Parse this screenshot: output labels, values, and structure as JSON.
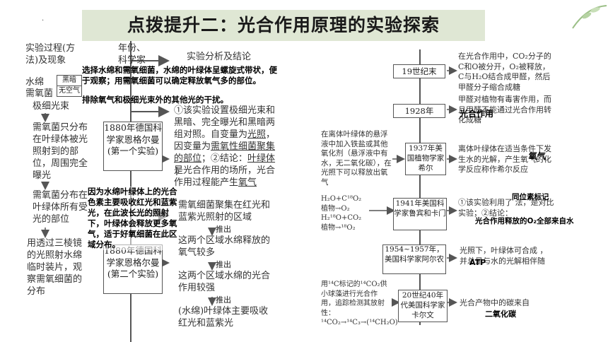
{
  "header": {
    "title": "点拨提升二：光合作用原理的实验探索",
    "title_bg": "#dfe7d4",
    "dot": "·"
  },
  "left": {
    "col1_header": "实验过程(方法)及现象",
    "col2_header": "年份、科学家",
    "col3_header": "实验分析及结论",
    "water_silk": "水绵",
    "anaerobe": "需氧菌",
    "dark": "黑暗",
    "no_air": "无空气",
    "fine_beam": "极细光束",
    "distribution1": "需氧菌只分布在叶绿体被光照射到的部位，周围完全曝光",
    "distribution2": "需氧菌分布在叶绿体所有受光的部位",
    "prism": "用透过三棱镜的光照射水绵临时装片，观察需氧细菌的分布",
    "box1": "1880年德国科学家恩格尔曼(第一个实验)",
    "box2": "1880年德国科学家恩格尔曼(第二个实验)",
    "analysis1_a": "①该实验设置极细光束和黑暗、完全曝光和黑暗两组对照。自变量为",
    "analysis1_light": "光照",
    "analysis1_b": "，因变量为",
    "analysis1_gather": "需氧性细菌聚集的部位",
    "analysis1_c": "；②结论：",
    "analysis1_chloro": "叶绿体",
    "analysis1_d": "是光合作用的场所，光合作用过程能产生",
    "analysis1_o2": "氧气",
    "gather_red_blue": "需氧细菌聚集在红光和蓝紫光照射的区域",
    "infer": "推出",
    "more_oxygen": "这两个区域水绵释放的氧气较多",
    "strong_photo": "这两个区域水绵的光合作用较强",
    "conclusion": "(水绵)叶绿体主要吸收红光和蓝紫光",
    "overlay1": "选择水绵和需氧细菌，水绵的叶绿体呈螺旋式带状，便于观察；用需氧细菌可以确定释放氧气多的部位。",
    "overlay2": "排除氧气和极细光束外的其他光的干扰。",
    "overlay3": "因为水绵叶绿体上的光合色素主要吸收红光和蓝紫光，在此波长光的照射下，叶绿体会释放更多氧气，适于好氧细菌在此区域分布。"
  },
  "right": {
    "c19": "19世纪末",
    "c19_text": "在光合作用中，CO₂分子的C和O被分开，O₂被释放，C与H₂O结合成甲醛，然后甲醛分子缩合成糖",
    "y1928": "1928年",
    "y1928_text": "甲醛对植物有毒害作用，而且甲醛不能通过光合作用转化成糖",
    "overlay_photo": "光合作用",
    "y1937": "1937年美国植物学家希尔",
    "y1937_left": "在离体叶绿体的悬浮液中加入铁盐或其他氧化剂（悬浮液中有水，无二氧化碳），在光照下可以释放出氧气",
    "y1937_right": "离体叶绿体在适当条件下发生水的光解，产生氧气的化学反应称作希尔反应",
    "overlay_o2": "氧气",
    "y1941": "1941年美国科学家鲁宾和卡门",
    "y1941_right_a": "①该实验利用了",
    "overlay_isotope": "同位素标记",
    "y1941_right_b": "法，是对比实验；②结论：",
    "overlay_o2_from_water": "光合作用释放的O₂全部来自水",
    "y1954": "1954~1957年，美国科学家阿尔农",
    "y1954_text_a": "光照下，叶绿体可合成",
    "overlay_atp": "ATP",
    "y1954_text_b": "，并总是与水的光解相伴随",
    "y1940s": "20世纪40年代美国科学家卡尔文",
    "y1940s_left": "用¹⁴C标记的¹⁴CO₂供小球藻进行光合作用，追踪检测其放射性：¹⁴CO₂→¹⁴C₃→(¹⁴CH₂O)",
    "y1940s_text": "光合产物中的碳来自",
    "overlay_co2": "二氧化碳",
    "iso_line1": "H₂O+C¹⁸O₂",
    "iso_line2": "植物→O₂",
    "iso_line3": "H₂¹⁸O+CO₂",
    "iso_line4": "植物→¹⁸O₂"
  }
}
